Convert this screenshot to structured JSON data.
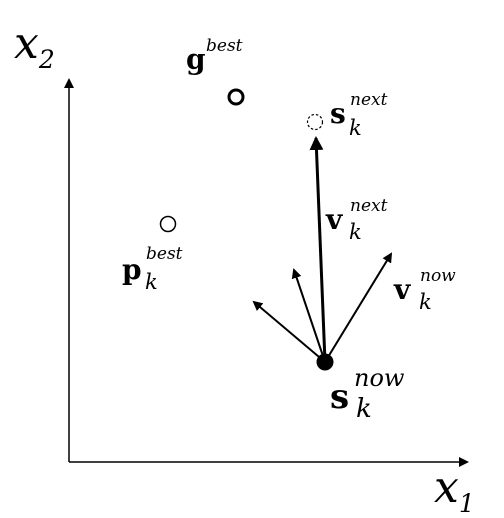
{
  "axes": {
    "x_label_base": "x",
    "x_label_sub": "1",
    "y_label_base": "x",
    "y_label_sub": "2"
  },
  "labels": {
    "g_best": {
      "base": "g",
      "sup": "best"
    },
    "s_next": {
      "base": "s",
      "sub": "k",
      "sup": "next"
    },
    "v_next": {
      "base": "v",
      "sub": "k",
      "sup": "next"
    },
    "p_best": {
      "base": "p",
      "sub": "k",
      "sup": "best"
    },
    "v_now": {
      "base": "v",
      "sub": "k",
      "sup": "now"
    },
    "s_now": {
      "base": "s",
      "sub": "k",
      "sup": "now"
    }
  },
  "colors": {
    "ink": "#000000",
    "background": "#ffffff"
  }
}
